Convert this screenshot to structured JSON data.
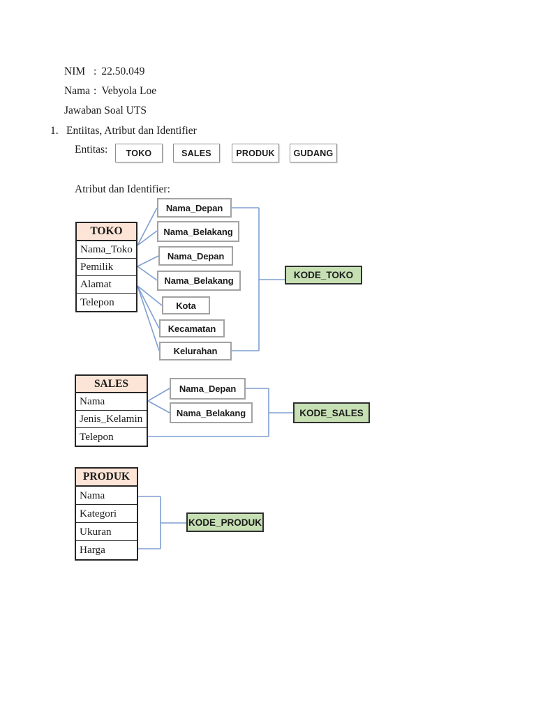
{
  "page": {
    "header_lines": [
      {
        "label": "NIM",
        "sep": ":",
        "value": "22.50.049"
      },
      {
        "label": "Nama",
        "sep": ":",
        "value": "Vebyola Loe"
      }
    ],
    "subtitle": "Jawaban Soal UTS",
    "question": {
      "number": "1.",
      "title": "Entiitas, Atribut dan Identifier"
    },
    "entities_label": "Entitas:",
    "entities": [
      "TOKO",
      "SALES",
      "PRODUK",
      "GUDANG"
    ],
    "attributes_label": "Atribut dan Identifier:"
  },
  "toko": {
    "table": {
      "header": "TOKO",
      "rows": [
        "Nama_Toko",
        "Pemilik",
        "Alamat",
        "Telepon"
      ]
    },
    "attributes": [
      "Nama_Depan",
      "Nama_Belakang",
      "Nama_Depan",
      "Nama_Belakang",
      "Kota",
      "Kecamatan",
      "Kelurahan"
    ],
    "identifier": "KODE_TOKO",
    "connections": [
      {
        "from": "Nama_Toko",
        "to": [
          "Nama_Depan",
          "Nama_Belakang"
        ]
      },
      {
        "from": "Pemilik",
        "to": [
          "Nama_Depan",
          "Nama_Belakang"
        ]
      },
      {
        "from": "Alamat",
        "to": [
          "Kota",
          "Kecamatan",
          "Kelurahan"
        ]
      },
      {
        "from": "attribute-group",
        "to": [
          "KODE_TOKO"
        ]
      }
    ]
  },
  "sales": {
    "table": {
      "header": "SALES",
      "rows": [
        "Nama",
        "Jenis_Kelamin",
        "Telepon"
      ]
    },
    "attributes": [
      "Nama_Depan",
      "Nama_Belakang"
    ],
    "identifier": "KODE_SALES",
    "connections": [
      {
        "from": "Nama",
        "to": [
          "Nama_Depan",
          "Nama_Belakang"
        ]
      },
      {
        "from": "attribute-group + Telepon",
        "to": [
          "KODE_SALES"
        ]
      }
    ]
  },
  "produk": {
    "table": {
      "header": "PRODUK",
      "rows": [
        "Nama",
        "Kategori",
        "Ukuran",
        "Harga"
      ]
    },
    "attributes": [],
    "identifier": "KODE_PRODUK",
    "connections": [
      {
        "from": "Nama + Harga",
        "to": [
          "KODE_PRODUK"
        ]
      }
    ]
  },
  "colors": {
    "table_header_fill": "#fce4d6",
    "identifier_fill": "#c6e0b4",
    "connector_blue": "#7f9fd1",
    "table_border": "#262626",
    "attribute_border": "#a3a3a3"
  }
}
